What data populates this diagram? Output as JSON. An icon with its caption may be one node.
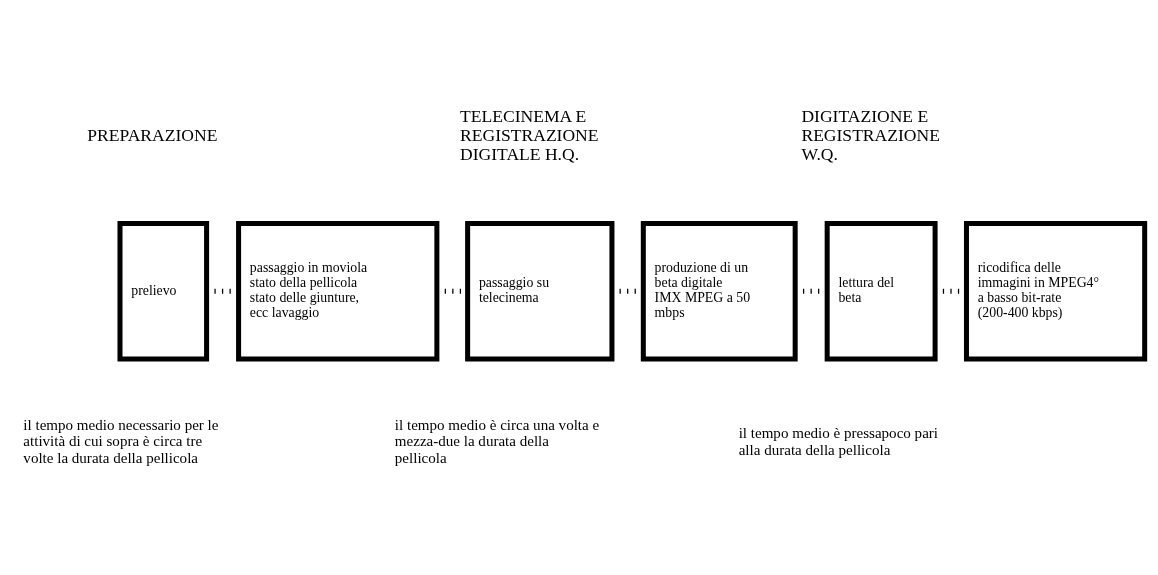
{
  "diagram": {
    "nodes": [
      {
        "text": [
          "prelievo"
        ]
      },
      {
        "text": [
          "passaggio in moviola stato della pellicola stato delle giunture, ecc lavaggio"
        ]
      },
      {
        "text": [
          "passaggio su telecinema"
        ]
      },
      {
        "text": [
          "produzione di un beta digitale IMX MPEG a 50 mbps"
        ]
      },
      {
        "text": [
          "lettura del beta"
        ]
      },
      {
        "text": [
          "ricodifica delle immagini in MPEG4° a basso bit-rate (200-400 kbps)"
        ]
      }
    ],
    "edges": [
      {
        "from": 0,
        "to": 1,
        "arrow": "none"
      },
      {
        "from": 1,
        "to": 2,
        "arrow": "none"
      },
      {
        "from": 2,
        "to": 3,
        "arrow": "none"
      },
      {
        "from": 3,
        "to": 4,
        "arrow": "none"
      },
      {
        "from": 4,
        "to": 5,
        "arrow": "none"
      }
    ],
    "labels": [
      "PREPARAZIONE",
      "TELECINEMA E REGISTRAZIONE DIGITALE H.Q.",
      "DIGITAZIONE E REGISTRAZIONE W.Q.",
      "il tempo medio necessario per le attività di cui sopra è circa tre volte la durata della pellicola",
      "il tempo medio è circa una volta e mezza-due la durata della pellicola",
      "il tempo medio è pressapoco pari alla durata della pellicola"
    ]
  }
}
